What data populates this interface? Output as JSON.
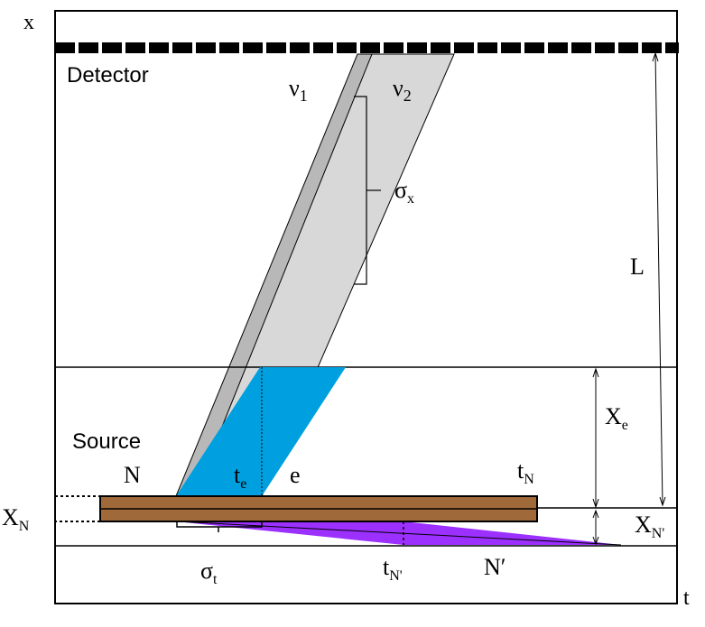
{
  "axes": {
    "x_label": "x",
    "t_label": "t"
  },
  "labels": {
    "detector": "Detector",
    "source": "Source",
    "nu1_base": "ν",
    "nu1_sub": "1",
    "nu2_base": "ν",
    "nu2_sub": "2",
    "sigma_x_base": "σ",
    "sigma_x_sub": "x",
    "L": "L",
    "Xe_base": "X",
    "Xe_sub": "e",
    "XN_base": "X",
    "XN_sub": "N",
    "XNp_base": "X",
    "XNp_sub": "N'",
    "N": "N",
    "te_base": "t",
    "te_sub": "e",
    "e": "e",
    "tN_base": "t",
    "tN_sub": "N",
    "sigma_t_base": "σ",
    "sigma_t_sub": "t",
    "tNp_base": "t",
    "tNp_sub": "N'",
    "Np": "N′"
  },
  "colors": {
    "source_bar": "#a0693a",
    "electron_parallelogram": "#00a0e0",
    "neutral_triangle": "#9b30ff",
    "ion_band_light": "#d8d8d8",
    "ion_band_dark": "#b8b8b8"
  }
}
